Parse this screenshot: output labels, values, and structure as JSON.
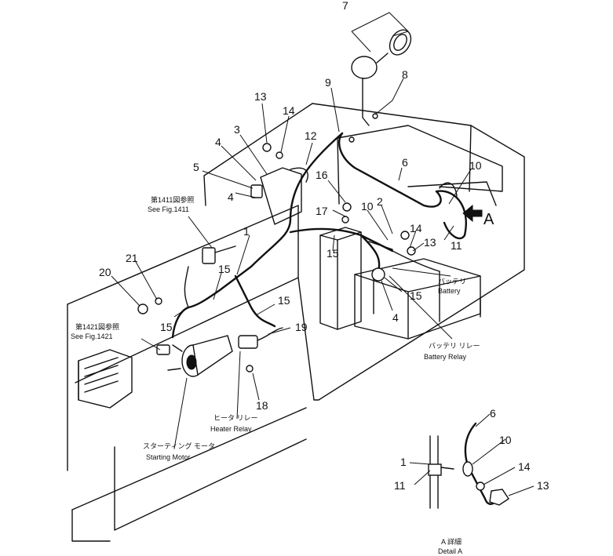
{
  "callouts": [
    {
      "id": "c7",
      "text": "7"
    },
    {
      "id": "c8",
      "text": "8"
    },
    {
      "id": "c9",
      "text": "9"
    },
    {
      "id": "c13a",
      "text": "13"
    },
    {
      "id": "c14a",
      "text": "14"
    },
    {
      "id": "c3",
      "text": "3"
    },
    {
      "id": "c12",
      "text": "12"
    },
    {
      "id": "c4a",
      "text": "4"
    },
    {
      "id": "c5",
      "text": "5"
    },
    {
      "id": "c4b",
      "text": "4"
    },
    {
      "id": "c16",
      "text": "16"
    },
    {
      "id": "c6",
      "text": "6"
    },
    {
      "id": "c10a",
      "text": "10"
    },
    {
      "id": "c2",
      "text": "2"
    },
    {
      "id": "c17",
      "text": "17"
    },
    {
      "id": "c10b",
      "text": "10"
    },
    {
      "id": "c14b",
      "text": "14"
    },
    {
      "id": "c13b",
      "text": "13"
    },
    {
      "id": "c11a",
      "text": "11"
    },
    {
      "id": "c15a",
      "text": "15"
    },
    {
      "id": "c1a",
      "text": "1"
    },
    {
      "id": "c21",
      "text": "21"
    },
    {
      "id": "c20",
      "text": "20"
    },
    {
      "id": "c15b",
      "text": "15"
    },
    {
      "id": "c15c",
      "text": "15"
    },
    {
      "id": "c15d",
      "text": "15"
    },
    {
      "id": "c15e",
      "text": "15"
    },
    {
      "id": "c4c",
      "text": "4"
    },
    {
      "id": "c19",
      "text": "19"
    },
    {
      "id": "c18",
      "text": "18"
    },
    {
      "id": "c6d",
      "text": "6"
    },
    {
      "id": "c10d",
      "text": "10"
    },
    {
      "id": "c1d",
      "text": "1"
    },
    {
      "id": "c14d",
      "text": "14"
    },
    {
      "id": "c11d",
      "text": "11"
    },
    {
      "id": "c13d",
      "text": "13"
    }
  ],
  "labels": {
    "see_fig_1411_jp": "第1411図参照",
    "see_fig_1411": "See Fig.1411",
    "see_fig_1421_jp": "第1421図参照",
    "see_fig_1421": "See Fig.1421",
    "battery_jp": "バッテリ",
    "battery": "Battery",
    "battery_relay_jp": "バッテリ リレー",
    "battery_relay": "Battery Relay",
    "heater_relay_jp": "ヒータ リレー",
    "heater_relay": "Heater Relay",
    "starting_motor_jp": "スターティング モータ",
    "starting_motor": "Starting Motor",
    "view_arrow": "A",
    "detail_jp": "A 詳細",
    "detail": "Detail A"
  },
  "colors": {
    "line": "#111111",
    "background": "#ffffff"
  }
}
